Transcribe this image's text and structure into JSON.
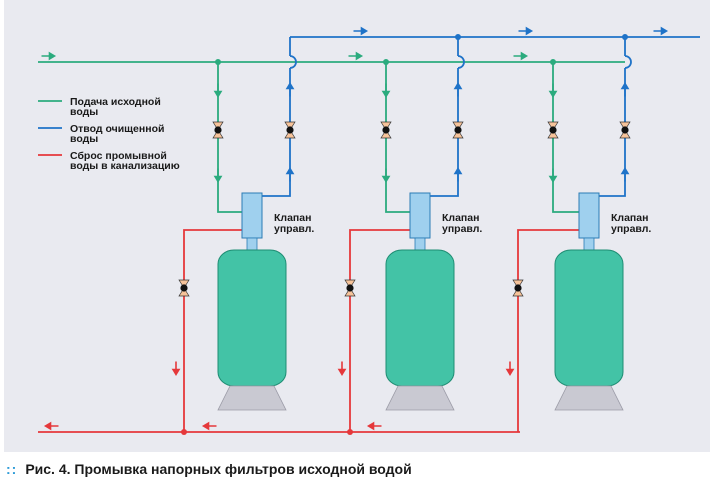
{
  "colors": {
    "supply": "#2bab7e",
    "clean": "#1f73c8",
    "drain": "#e5383b",
    "tank": "#43c3a6",
    "control": "#9fd0ee",
    "base": "#c9c9d2",
    "panel": "#e9eaf0"
  },
  "legend": {
    "items": [
      {
        "label": "Подача исходной\nводы",
        "color": "#2bab7e"
      },
      {
        "label": "Отвод очищенной\nводы",
        "color": "#1f73c8"
      },
      {
        "label": "Сброс промывной\nводы в канализацию",
        "color": "#e5383b"
      }
    ]
  },
  "units": [
    {
      "control_label": "Клапан\nуправл."
    },
    {
      "control_label": "Клапан\nуправл."
    },
    {
      "control_label": "Клапан\nуправл."
    }
  ],
  "caption": {
    "bold": "Рис. 4.",
    "text": "Промывка напорных фильтров исходной водой"
  },
  "icons": {
    "valve": "valve-icon",
    "flow_arrow": "flow-arrow-icon"
  }
}
